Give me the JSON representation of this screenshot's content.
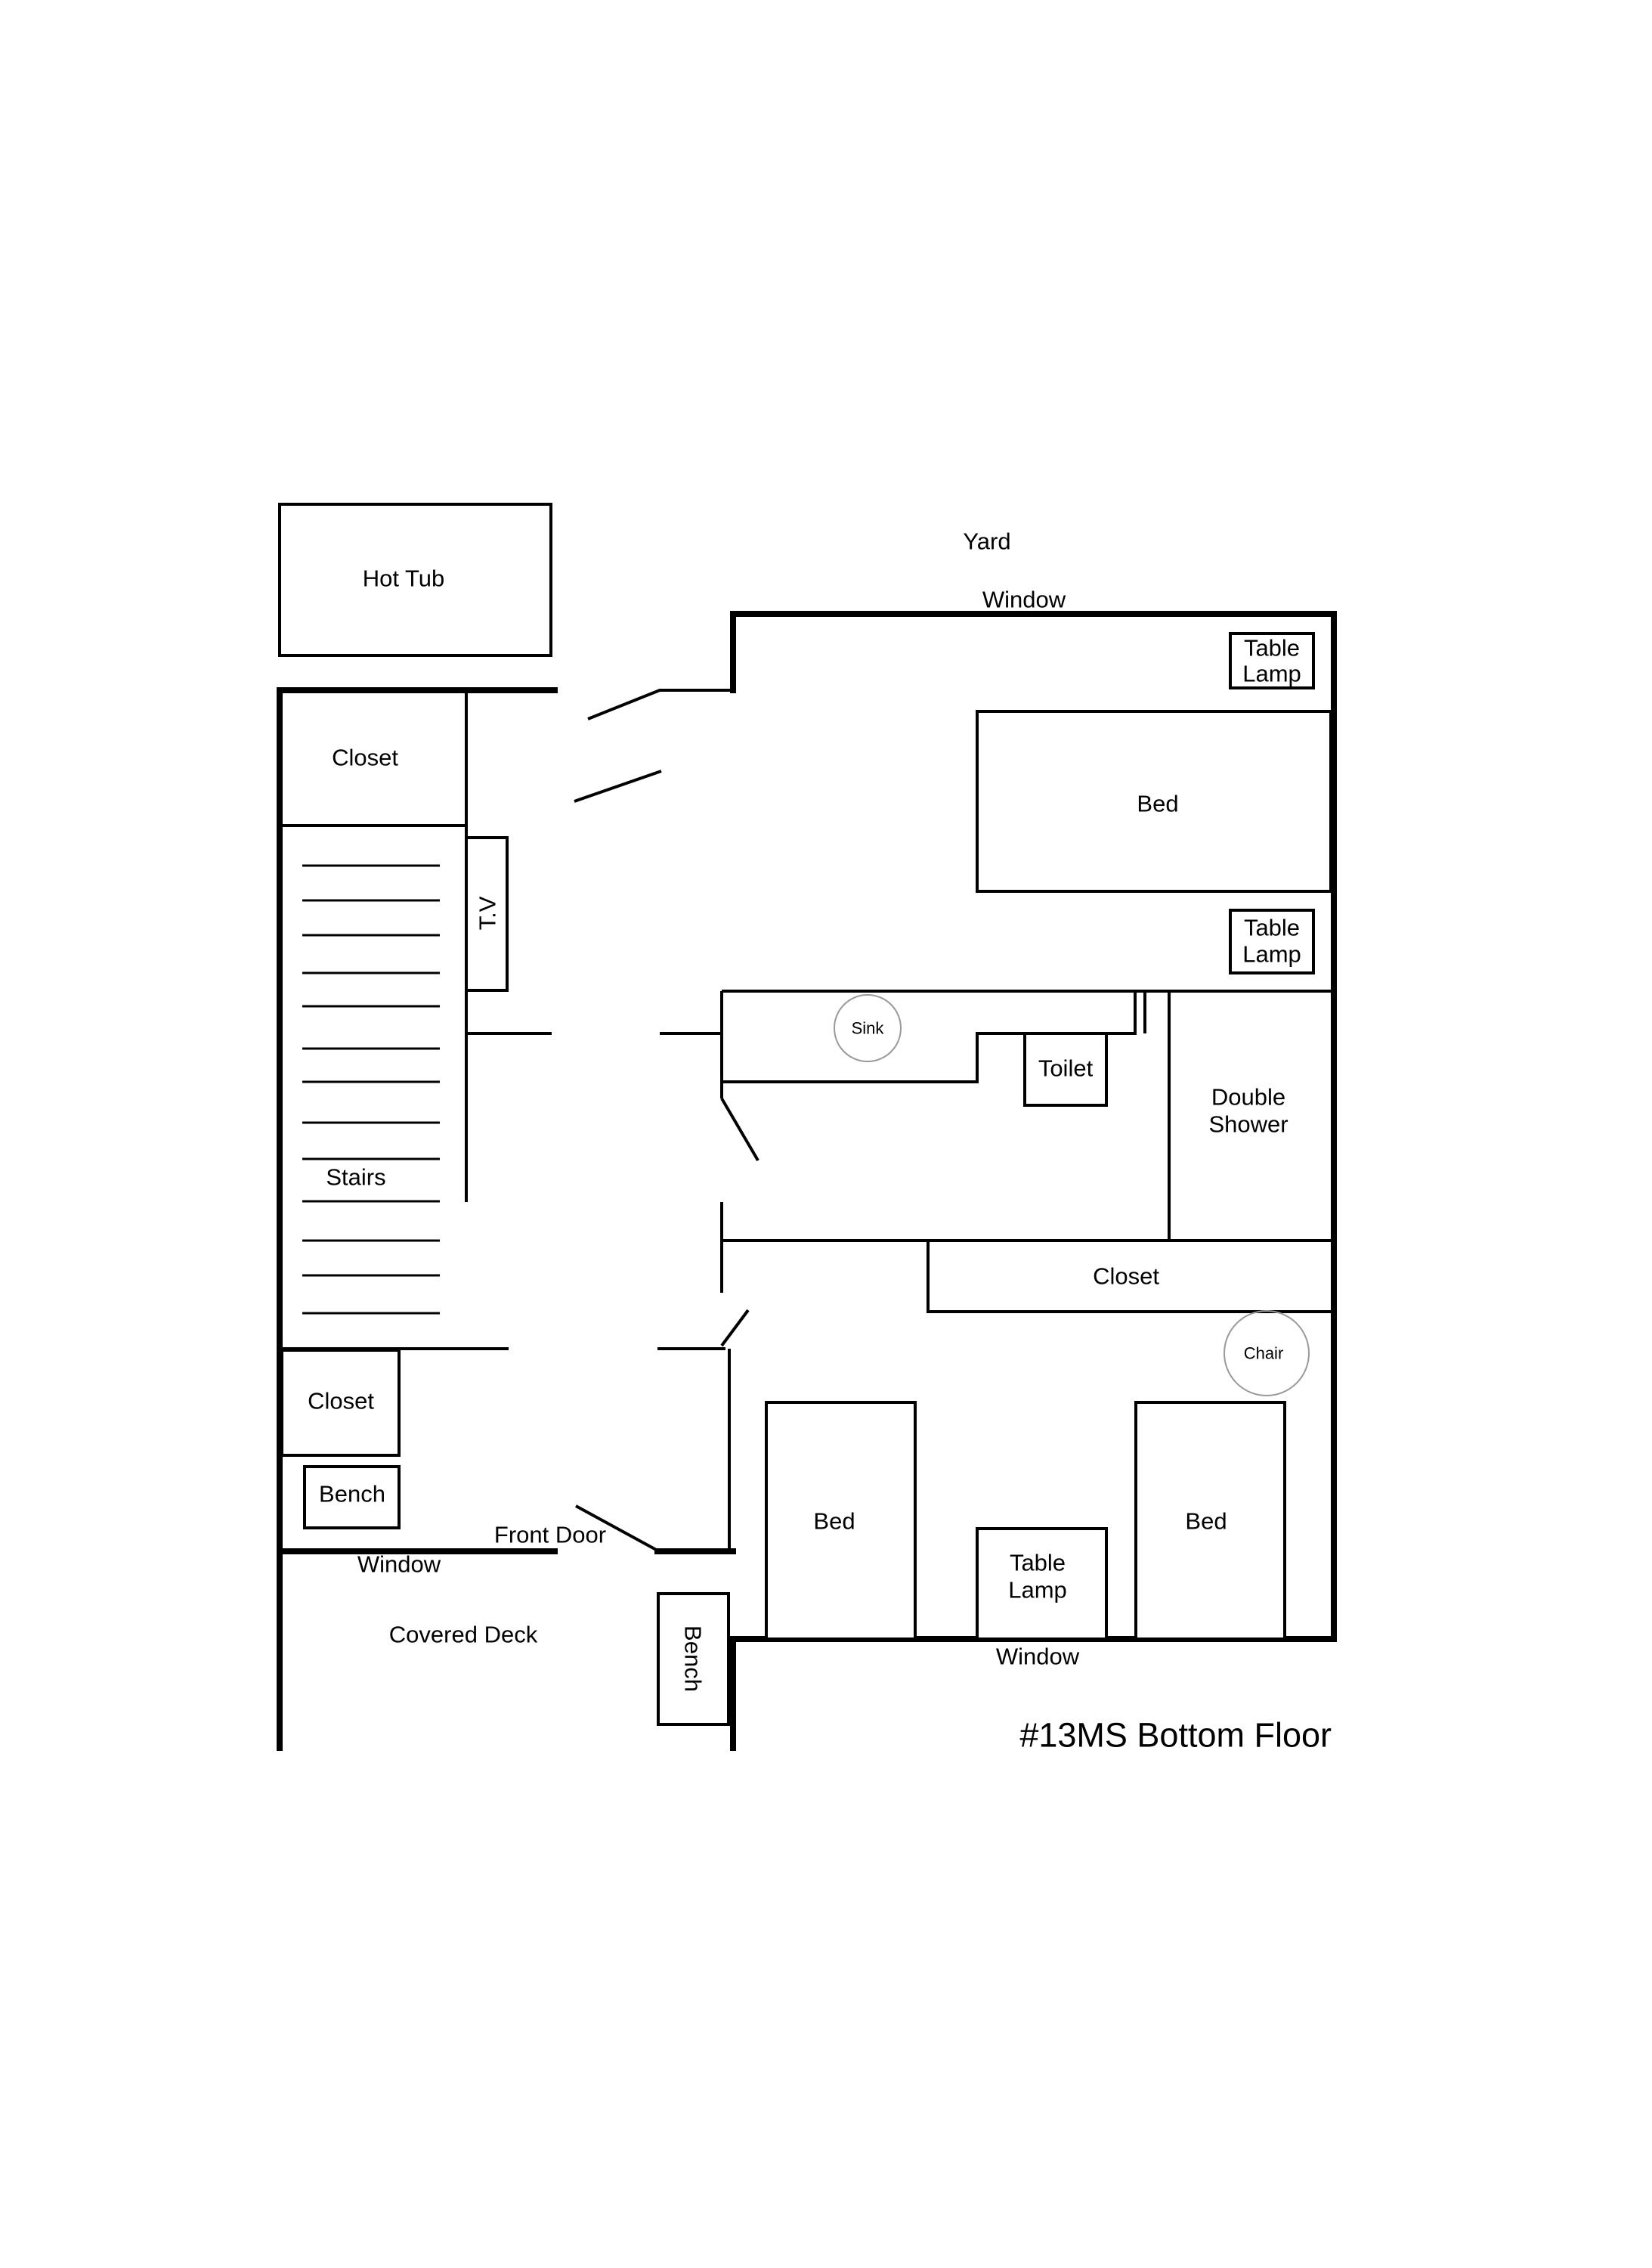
{
  "title": "#13MS Bottom Floor",
  "outside": {
    "hot_tub": "Hot Tub",
    "yard": "Yard",
    "covered_deck": "Covered Deck",
    "front_door": "Front Door"
  },
  "windows": {
    "top": "Window",
    "left": "Window",
    "bottom": "Window"
  },
  "rooms": {
    "closet_top": "Closet",
    "tv": "T.V",
    "stairs": "Stairs",
    "closet_bottom": "Closet",
    "bench_inside": "Bench",
    "bench_deck": "Bench",
    "bedroom1": {
      "lamp_top": [
        "Table",
        "Lamp"
      ],
      "bed": "Bed",
      "lamp_bottom": [
        "Table",
        "Lamp"
      ]
    },
    "bathroom": {
      "sink": "Sink",
      "toilet": "Toilet",
      "shower": [
        "Double",
        "Shower"
      ]
    },
    "closet_mid": "Closet",
    "bedroom2": {
      "chair": "Chair",
      "bed_left": "Bed",
      "bed_right": "Bed",
      "lamp": [
        "Table",
        "Lamp"
      ]
    }
  }
}
